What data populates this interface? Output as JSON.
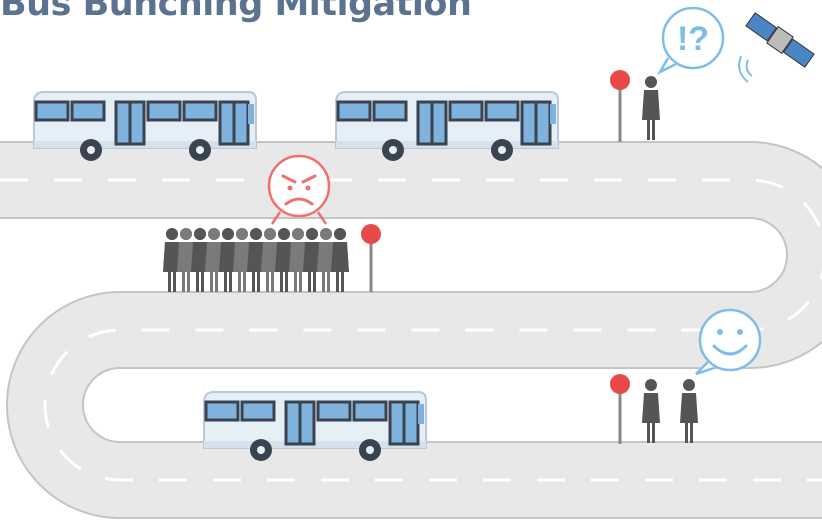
{
  "title": "Bus Bunching Mitigation",
  "bubbles": {
    "question": "!?",
    "angry": "angry-face-icon",
    "happy": "smiling-face-icon"
  },
  "crowd": {
    "queue_size": 13,
    "stop_waiting": 1,
    "stop_happy": 2
  },
  "colors": {
    "title": "#5b7390",
    "road": "#e8e8e8",
    "road_edge": "#c4c4c4",
    "lane_dash": "#ffffff",
    "bus_body": "#e6eef6",
    "bus_window": "#7fb2dd",
    "bus_frame": "#3a4350",
    "stop_sign": "#e84a4a",
    "person": "#555555",
    "angry": "#f07070",
    "happy": "#7fbde8"
  }
}
